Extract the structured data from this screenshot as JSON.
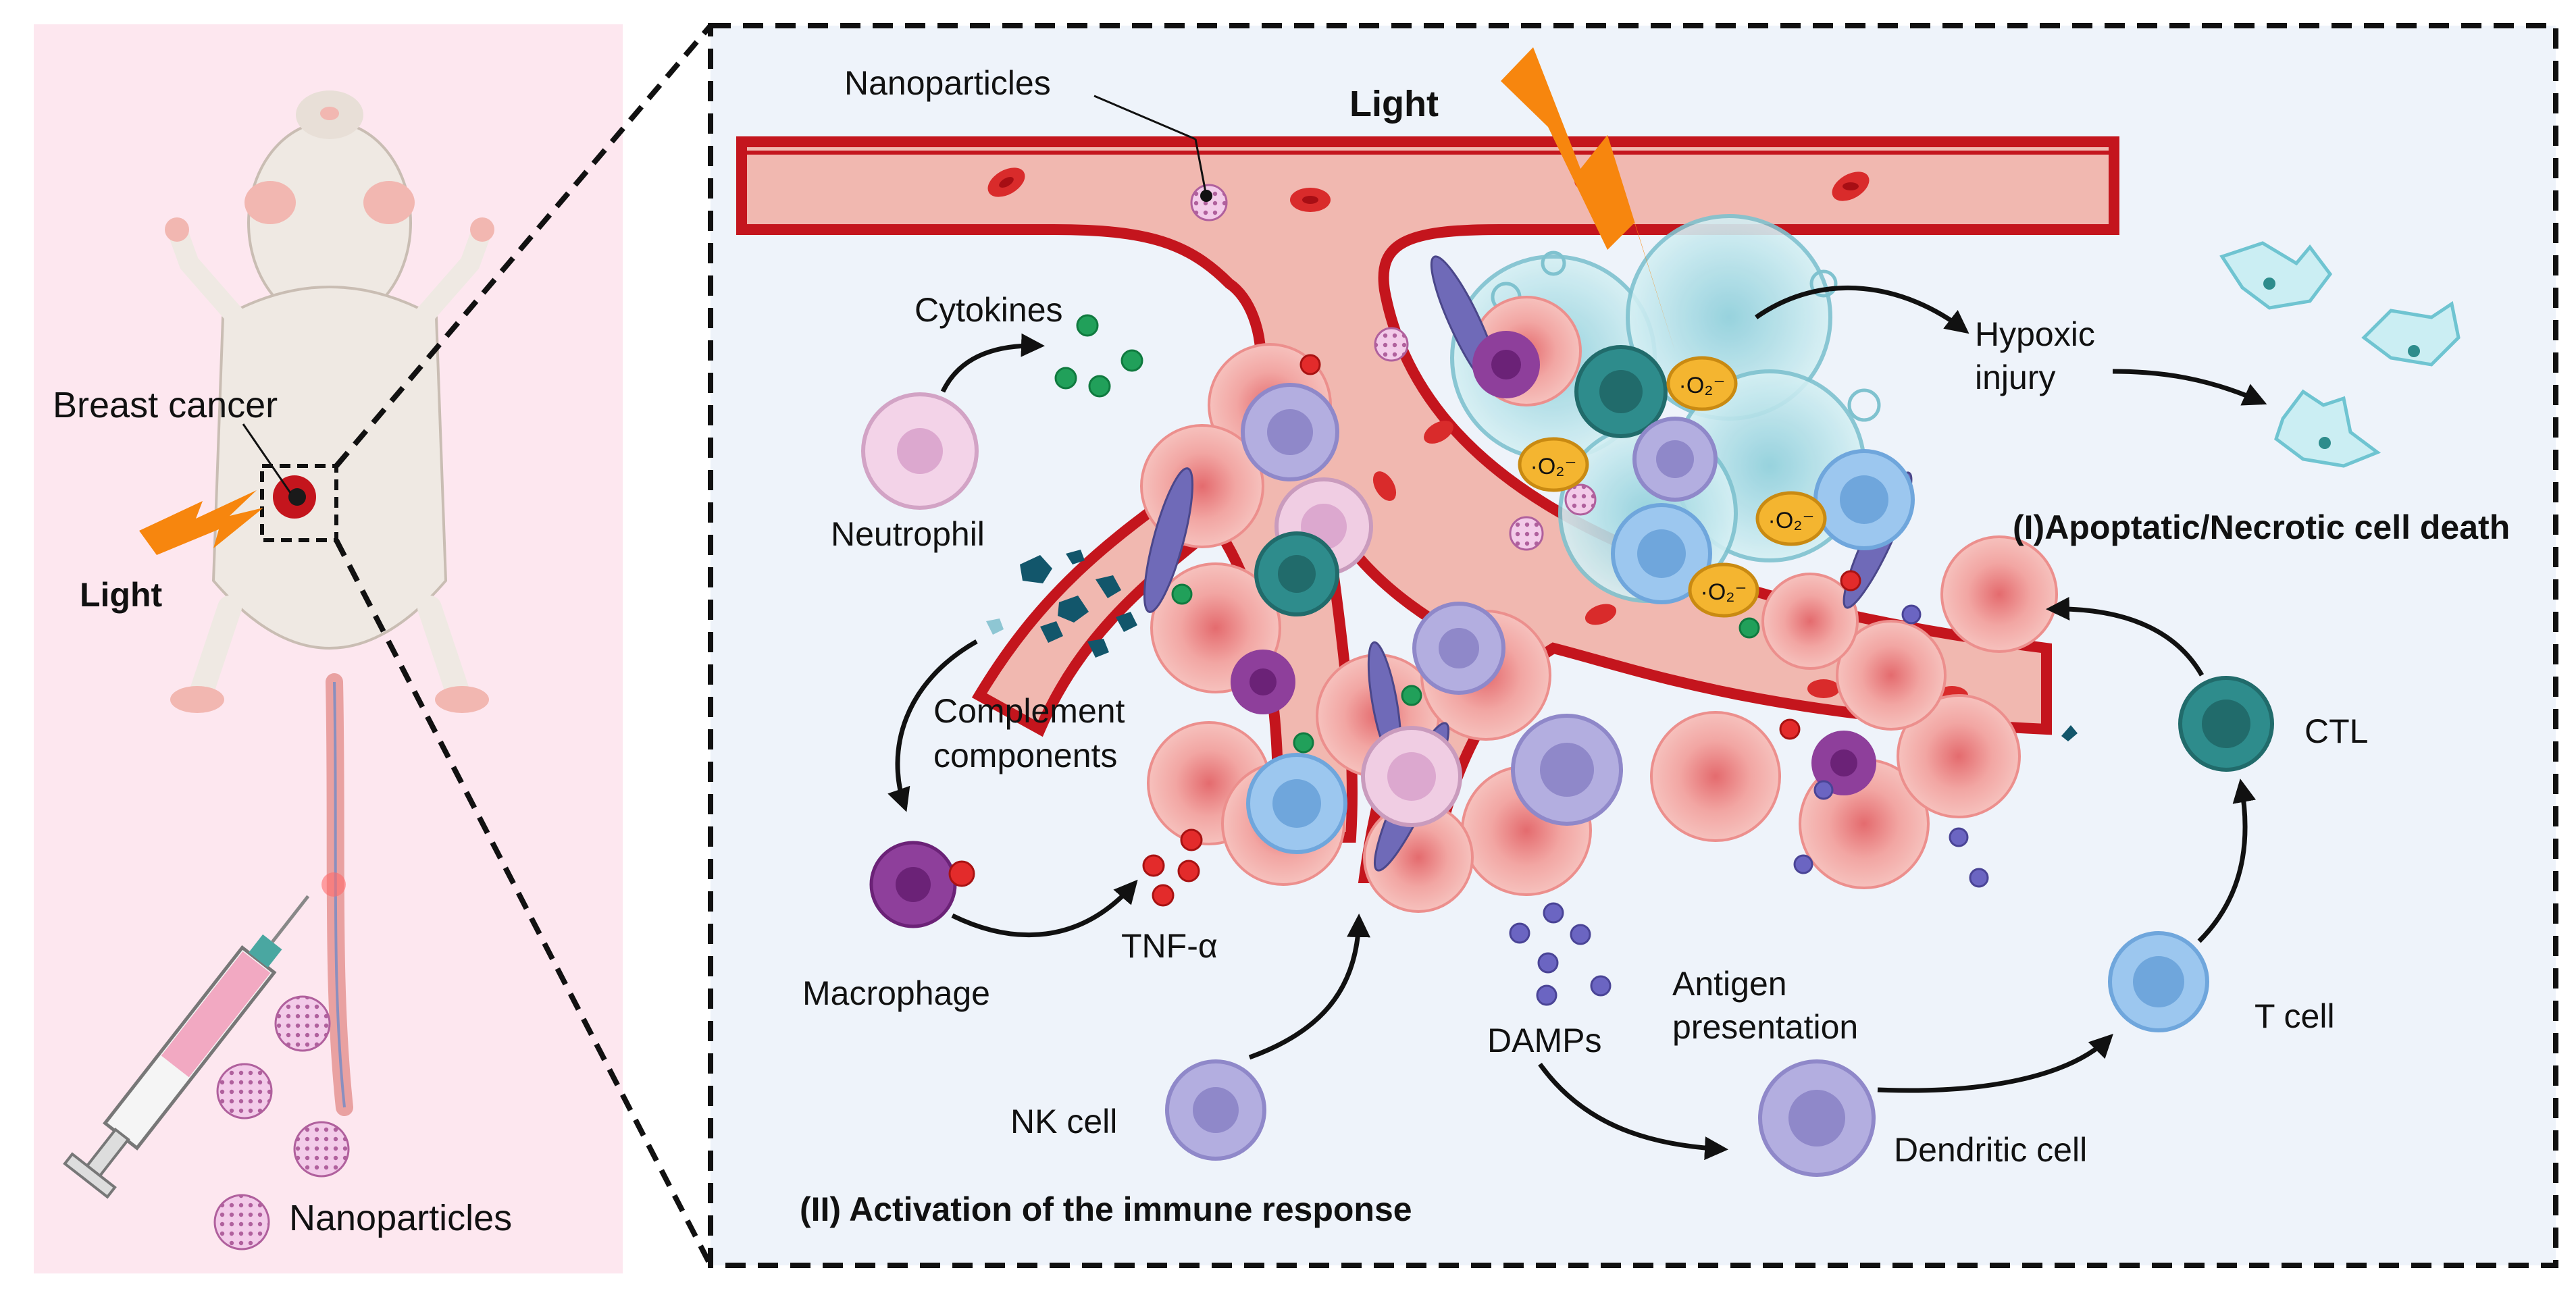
{
  "left_panel": {
    "breast_cancer_label": "Breast cancer",
    "light_label": "Light",
    "nanoparticles_label": "Nanoparticles"
  },
  "main_panel": {
    "nanoparticles_label": "Nanoparticles",
    "light_label": "Light",
    "cytokines_label": "Cytokines",
    "neutrophil_label": "Neutrophil",
    "complement_line1": "Complement",
    "complement_line2": "components",
    "macrophage_label": "Macrophage",
    "tnf_label": "TNF-α",
    "nk_cell_label": "NK cell",
    "damps_label": "DAMPs",
    "antigen_line1": "Antigen",
    "antigen_line2": "presentation",
    "dendritic_label": "Dendritic cell",
    "t_cell_label": "T cell",
    "ctl_label": "CTL",
    "hypoxic_line1": "Hypoxic",
    "hypoxic_line2": "injury",
    "cell_death_label": "(I)Apoptatic/Necrotic cell death",
    "immune_activation_label": "(II) Activation of the immune response",
    "superoxide_label": "·O₂⁻"
  },
  "colors": {
    "left_bg": "#fde7ef",
    "main_bg": "#eef3fa",
    "vessel": "#c4151d",
    "vessel_inner": "#f1b8b0",
    "lightning": "#f7860e",
    "tumor_cell": "#f09a9a",
    "hypoxic_cell": "#b9e3ea",
    "ctl": "#2e8c8c",
    "t_cell": "#9cc7ef",
    "dendritic": "#b3aee0",
    "macrophage": "#8e3f9b",
    "nanoparticle": "#e6b1d9"
  }
}
